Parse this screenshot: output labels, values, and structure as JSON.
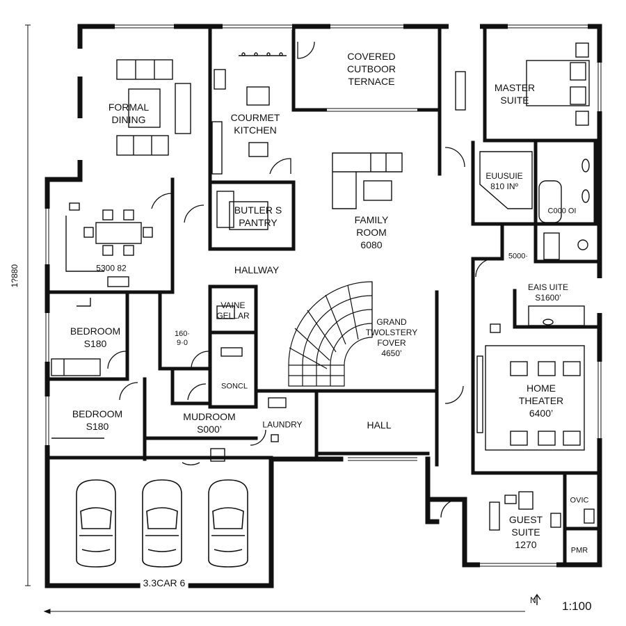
{
  "plan": {
    "scale": "1:100",
    "north": "N.",
    "overall_dimension": "1?880",
    "rooms": {
      "formal_dining": [
        "FORMAL",
        "DINING"
      ],
      "gourmet_kitchen": [
        "COURMET",
        "KITCHEN"
      ],
      "covered_outdoor_terrace": [
        "COVERED",
        "CUTBOOR",
        "TERNACE"
      ],
      "master_suite": [
        "MASTER",
        "SUITE"
      ],
      "butlers_pantry": [
        "BUTLER S",
        "PANTRY"
      ],
      "family_room": [
        "FAMILY",
        "ROOM",
        "6080"
      ],
      "ensuite_1": [
        "EUUSUIE",
        "810 INº"
      ],
      "ensuite_1_fixture": "C000 OI",
      "breakfast": "5300 82",
      "hallway": "HALLWAY",
      "closet_5000": "5000·",
      "ensuite_2": [
        "EAIS UITE",
        "S1600’"
      ],
      "wine_cellar": [
        "VAINE",
        "GELLAR"
      ],
      "grand_foyer": [
        "GRAND",
        "TWOLSTERY",
        "FOVER",
        "4650’"
      ],
      "bedroom_1": [
        "BEDROOM",
        "S180"
      ],
      "bath_small": [
        "160·",
        "9·0"
      ],
      "home_theater": [
        "HOME",
        "THEATER",
        "6400’"
      ],
      "sonel": "SONCL",
      "bedroom_2": [
        "BEDROOM",
        "S180"
      ],
      "mudroom": [
        "MUDROOM",
        "S000’"
      ],
      "laundry": "LAUNDRY",
      "hall": "HALL",
      "wic": "OVIC",
      "guest_suite": [
        "GUEST",
        "SUITE",
        "1270"
      ],
      "pmr": "PMR",
      "garage": "3.3CAR 6"
    }
  }
}
